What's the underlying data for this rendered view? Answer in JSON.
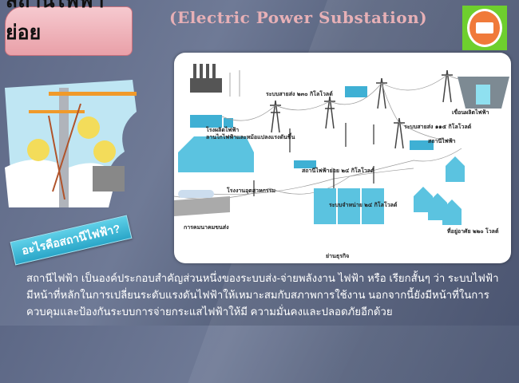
{
  "header": {
    "thai_title": "สถานีไฟฟ้าย่อย",
    "english_title": "(Electric Power Substation)",
    "logo": "utility-seal-logo"
  },
  "diagram": {
    "labels": {
      "power_plant": "โรงผลิตไฟฟ้า",
      "line_230": "ระบบสายส่ง ๒๓๐ กิโลโวลต์",
      "switchyard": "ลานไกไฟฟ้าและหม้อแปลงแรงดันขึ้น",
      "dam": "เขื่อนผลิตไฟฟ้า",
      "line_115": "ระบบสายส่ง ๑๑๕ กิโลโวลต์",
      "station": "สถานีไฟฟ้า",
      "substation_24": "สถานีไฟฟ้าย่อย ๒๔ กิโลโวลต์",
      "factory": "โรงงานอุตสาหกรรม",
      "distribution_24": "ระบบจำหน่าย ๒๔ กิโลโวลต์",
      "transport": "การคมนาคมขนส่ง",
      "residential": "ที่อยู่อาศัย ๒๒๐ โวลต์",
      "business": "ย่านธุรกิจ"
    }
  },
  "question_label": "อะไรคือสถานีไฟฟ้า?",
  "description": [
    "สถานีไฟฟ้า เป็นองค์ประกอบสำคัญส่วนหนึ่งของระบบส่ง-จ่ายพลังงาน ไฟฟ้า หรือ เรียกสั้นๆ ว่า ระบบไฟฟ้า",
    "มีหน้าที่หลักในการเปลี่ยนระดับแรงดันไฟฟ้าให้เหมาะสมกับสภาพการใช้งาน นอกจากนี้ยังมีหน้าที่ในการ",
    "ควบคุมและป้องกันระบบการจ่ายกระแสไฟฟ้าให้มี ความมั่นคงและปลอดภัยอีกด้วย"
  ],
  "colors": {
    "accent_cyan": "#2aa6c8",
    "title_pink": "#e9a0a8",
    "building_blue": "#5bc3e0"
  }
}
